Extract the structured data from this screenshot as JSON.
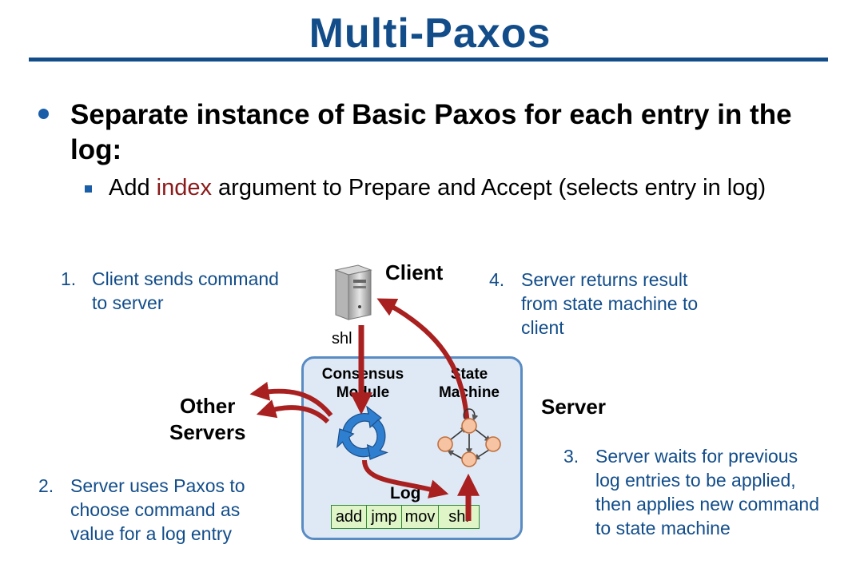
{
  "title": "Multi-Paxos",
  "bullet": {
    "main": "Separate instance of Basic Paxos for each entry in the log:",
    "sub_before": "Add ",
    "sub_highlight": "index",
    "sub_after": " argument to Prepare and Accept (selects entry in log)"
  },
  "notes": [
    {
      "num": "1.",
      "lines": [
        "Client sends command",
        "to server"
      ]
    },
    {
      "num": "2.",
      "lines": [
        "Server uses Paxos  to",
        "choose command as",
        "value for a log entry"
      ]
    },
    {
      "num": "3.",
      "lines": [
        "Server waits for previous",
        "log entries to be applied,",
        "then applies new command",
        "to state machine"
      ]
    },
    {
      "num": "4.",
      "lines": [
        "Server returns result",
        "from state machine to",
        "client"
      ]
    }
  ],
  "labels": {
    "client": "Client",
    "server": "Server",
    "other_servers": [
      "Other",
      "Servers"
    ],
    "consensus_module": [
      "Consensus",
      "Module"
    ],
    "state_machine": [
      "State",
      "Machine"
    ],
    "log": "Log",
    "command_tag": "shl"
  },
  "log_entries": [
    "add",
    "jmp",
    "mov",
    "shl"
  ],
  "colors": {
    "title": "#124d8a",
    "note_text": "#124d8a",
    "highlight": "#8b1a1a",
    "arrow": "#a8201f",
    "server_fill": "#dfe9f5",
    "server_border": "#5a8cc4",
    "log_fill": "#dff5c8",
    "log_border": "#2e8b2e",
    "state_node": "#f6c3a3",
    "consensus_icon": "#2f7fd0"
  },
  "icons": {
    "client": "computer-tower-icon",
    "consensus": "circular-arrows-icon",
    "state_machine": "state-graph-icon"
  }
}
